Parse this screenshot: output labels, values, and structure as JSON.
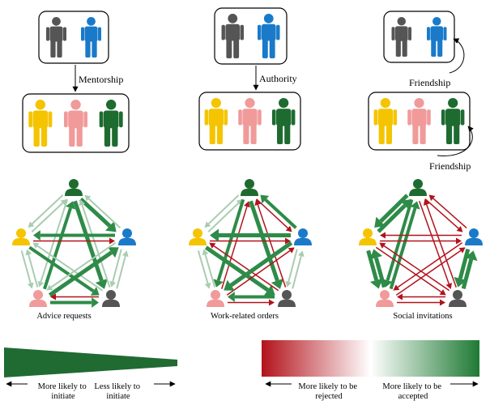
{
  "panels": [
    {
      "relation_label": "Mentorship",
      "network_caption": "Advice requests"
    },
    {
      "relation_label": "Authority",
      "network_caption": "Work-related orders"
    },
    {
      "relation_label": "Friendship",
      "relation_label_2": "Friendship",
      "network_caption": "Social invitations"
    }
  ],
  "legend": {
    "left": {
      "label_left": "More likely to initiate",
      "label_right": "Less likely to initiate",
      "label_left_lines": [
        "More likely to",
        "initiate"
      ],
      "label_right_lines": [
        "Less likely to",
        "initiate"
      ]
    },
    "right": {
      "label_left": "More likely to be rejected",
      "label_right": "More likely to be accepted",
      "label_left_lines": [
        "More likely to be",
        "rejected"
      ],
      "label_right_lines": [
        "More likely to be",
        "accepted"
      ]
    }
  },
  "colors": {
    "yellow": "#f5c400",
    "pink": "#f19a9a",
    "dark_green": "#1e6b30",
    "gray": "#555555",
    "blue": "#1a7ac9",
    "arrow_green": "#2e8b48",
    "arrow_light": "#a9ccb1",
    "arrow_red": "#b3121b"
  }
}
